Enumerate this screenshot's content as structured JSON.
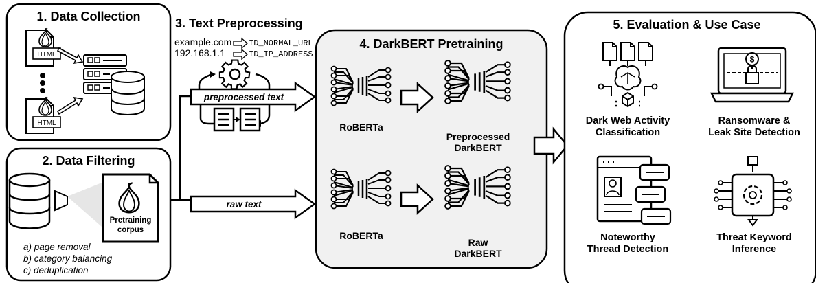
{
  "stages": {
    "data_collection": {
      "title": "1. Data Collection",
      "file_label": "HTML"
    },
    "data_filtering": {
      "title": "2. Data Filtering",
      "corpus_label_1": "Pretraining",
      "corpus_label_2": "corpus",
      "steps": [
        "a) page removal",
        "b) category balancing",
        "c) deduplication"
      ]
    },
    "text_preprocessing": {
      "title": "3. Text Preprocessing",
      "input_url": "example.com",
      "input_ip": "192.168.1.1",
      "output_url": "ID_NORMAL_URL",
      "output_ip": "ID_IP_ADDRESS",
      "flow_preprocessed": "preprocessed text",
      "flow_raw": "raw text"
    },
    "pretraining": {
      "title": "4. DarkBERT Pretraining",
      "roberta_top": "RoBERTa",
      "roberta_bottom": "RoBERTa",
      "preprocessed_line1": "Preprocessed",
      "preprocessed_line2": "DarkBERT",
      "raw_line1": "Raw",
      "raw_line2": "DarkBERT"
    },
    "evaluation": {
      "title": "5. Evaluation & Use Case",
      "use_cases": [
        {
          "line1": "Dark Web Activity",
          "line2": "Classification"
        },
        {
          "line1": "Ransomware &",
          "line2": "Leak Site Detection"
        },
        {
          "line1": "Noteworthy",
          "line2": "Thread Detection"
        },
        {
          "line1": "Threat Keyword",
          "line2": "Inference"
        }
      ]
    }
  },
  "icons": [
    "onion-icon",
    "html-file-icon",
    "server-icon",
    "database-icon",
    "funnel-icon",
    "gear-icon",
    "document-icon",
    "neural-net-icon",
    "laptop-lock-icon",
    "forum-icon",
    "chip-icon"
  ]
}
